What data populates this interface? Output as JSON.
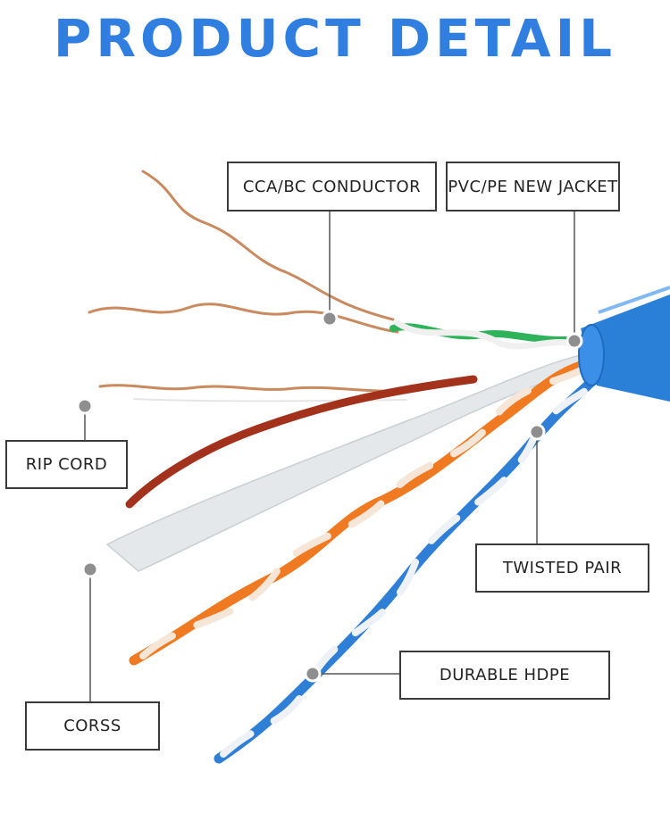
{
  "title": "PRODUCT DETAIL",
  "labels": {
    "conductor": "CCA/BC CONDUCTOR",
    "jacket": "PVC/PE NEW JACKET",
    "rip_cord": "RIP CORD",
    "twisted_pair": "TWISTED PAIR",
    "cross": "CORSS",
    "durable_hdpe": "DURABLE HDPE"
  },
  "colors": {
    "title": "#2f7ee0",
    "jacket": "#2a7fd6",
    "copper": "#c98a5f",
    "green_pair": "#2fb35a",
    "orange_pair": "#f07a22",
    "blue_pair": "#2f7fd6",
    "brown_wire": "#a3321d",
    "leader": "#555555",
    "dot": "#8e8e8e"
  }
}
